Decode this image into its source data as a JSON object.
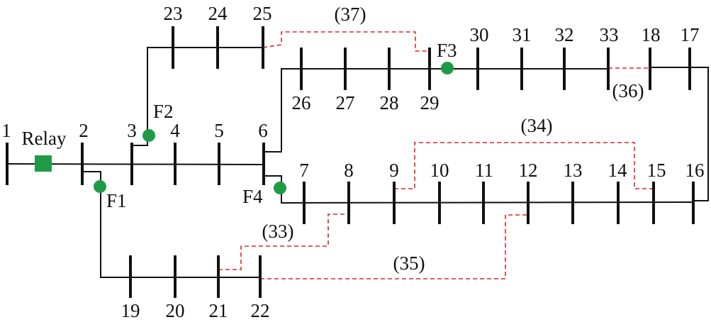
{
  "buses": [
    "1",
    "2",
    "3",
    "4",
    "5",
    "6",
    "7",
    "8",
    "9",
    "10",
    "11",
    "12",
    "13",
    "14",
    "15",
    "16",
    "17",
    "18",
    "19",
    "20",
    "21",
    "22",
    "23",
    "24",
    "25",
    "26",
    "27",
    "28",
    "29",
    "30",
    "31",
    "32",
    "33"
  ],
  "relay": {
    "label": "Relay",
    "color": "#1f9b48"
  },
  "faults": [
    {
      "label": "F1",
      "color": "#1f9b48"
    },
    {
      "label": "F2",
      "color": "#1f9b48"
    },
    {
      "label": "F3",
      "color": "#1f9b48"
    },
    {
      "label": "F4",
      "color": "#1f9b48"
    }
  ],
  "tie_lines": [
    "(33)",
    "(34)",
    "(35)",
    "(36)",
    "(37)"
  ],
  "colors": {
    "line": "#111111",
    "tie_line": "#e0262b"
  }
}
